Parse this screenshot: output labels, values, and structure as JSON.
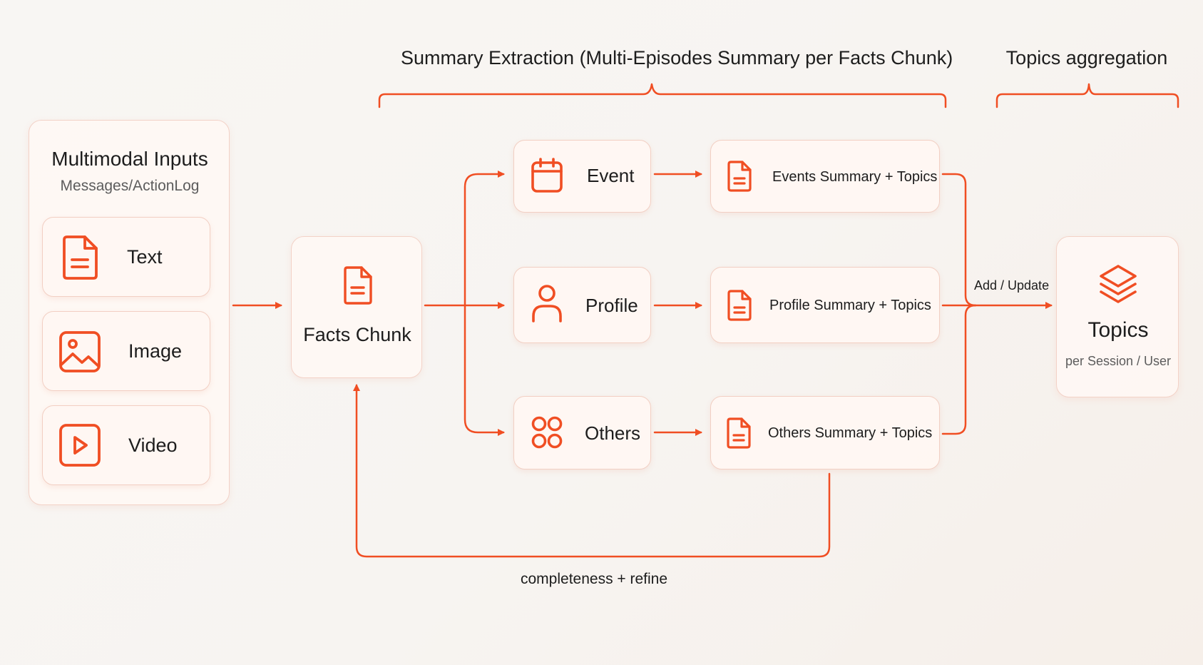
{
  "headers": {
    "summary_extraction": "Summary Extraction (Multi-Episodes Summary per Facts Chunk)",
    "topics_aggregation": "Topics aggregation"
  },
  "inputs": {
    "title": "Multimodal Inputs",
    "subtitle": "Messages/ActionLog",
    "items": [
      {
        "label": "Text",
        "icon": "text-document-icon"
      },
      {
        "label": "Image",
        "icon": "image-icon"
      },
      {
        "label": "Video",
        "icon": "video-play-icon"
      }
    ]
  },
  "facts_chunk": {
    "label": "Facts Chunk",
    "icon": "document-icon"
  },
  "categories": [
    {
      "label": "Event",
      "icon": "calendar-icon"
    },
    {
      "label": "Profile",
      "icon": "person-icon"
    },
    {
      "label": "Others",
      "icon": "four-circles-icon"
    }
  ],
  "summaries": [
    {
      "label": "Events Summary + Topics",
      "icon": "document-icon"
    },
    {
      "label": "Profile Summary + Topics",
      "icon": "document-icon"
    },
    {
      "label": "Others Summary + Topics",
      "icon": "document-icon"
    }
  ],
  "topics": {
    "label": "Topics",
    "subtitle": "per Session / User",
    "icon": "layers-icon"
  },
  "edges": {
    "add_update": "Add / Update",
    "feedback": "completeness + refine"
  },
  "colors": {
    "accent": "#f04e23",
    "card_border": "#f3d2c7",
    "background": "#f7f4f1"
  }
}
